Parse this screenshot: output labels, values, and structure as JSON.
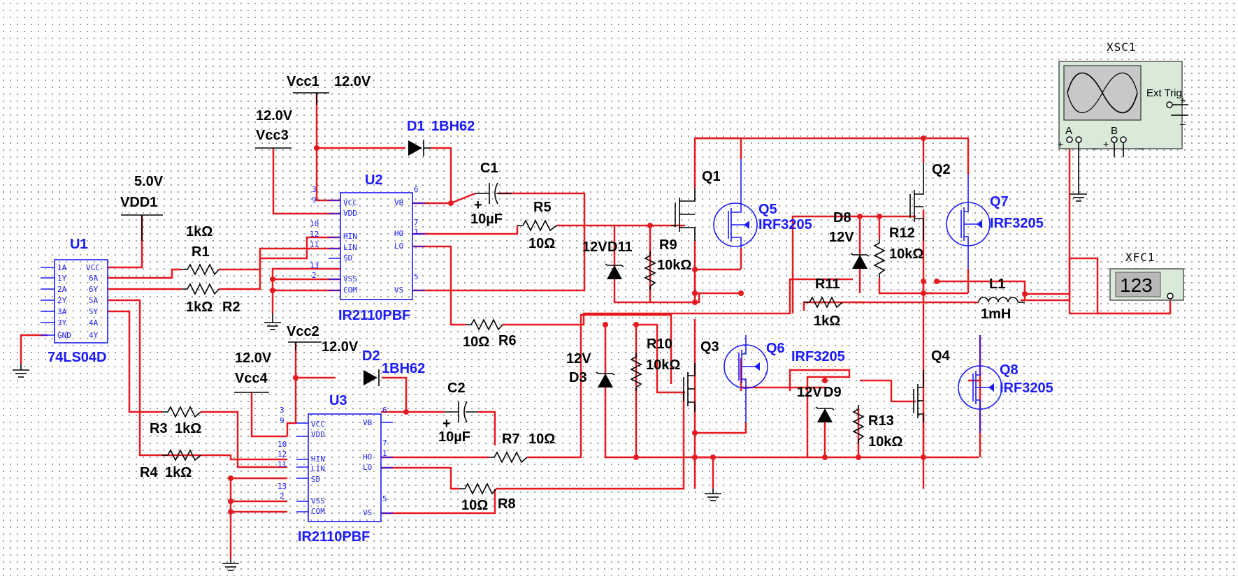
{
  "components": {
    "U1": {
      "ref": "U1",
      "part": "74LS04D",
      "pins_left": [
        "1A",
        "1Y",
        "2A",
        "2Y",
        "3A",
        "3Y",
        "GND"
      ],
      "pins_right": [
        "VCC",
        "6A",
        "6Y",
        "5A",
        "5Y",
        "4A",
        "4Y"
      ]
    },
    "U2": {
      "ref": "U2",
      "part": "IR2110PBF",
      "pins_left": [
        "VCC",
        "VDD",
        "HIN",
        "LIN",
        "SD",
        "VSS",
        "COM"
      ],
      "pins_right": [
        "VB",
        "HO",
        "LO",
        "VS"
      ],
      "pnums_left": [
        "3",
        "9",
        "10",
        "12",
        "11",
        "13",
        "2"
      ],
      "pnums_right": [
        "6",
        "7",
        "1",
        "5"
      ]
    },
    "U3": {
      "ref": "U3",
      "part": "IR2110PBF",
      "pins_left": [
        "VCC",
        "VDD",
        "HIN",
        "LIN",
        "SD",
        "VSS",
        "COM"
      ],
      "pins_right": [
        "VB",
        "HO",
        "LO",
        "VS"
      ],
      "pnums_left": [
        "3",
        "9",
        "10",
        "12",
        "11",
        "13",
        "2"
      ],
      "pnums_right": [
        "6",
        "7",
        "1",
        "5"
      ]
    },
    "Vcc1": {
      "ref": "Vcc1",
      "value": "12.0V"
    },
    "Vcc2": {
      "ref": "Vcc2",
      "value": "12.0V"
    },
    "Vcc3": {
      "ref": "Vcc3",
      "value": "12.0V"
    },
    "Vcc4": {
      "ref": "Vcc4",
      "value": "12.0V"
    },
    "VDD1": {
      "ref": "VDD1",
      "value": "5.0V"
    },
    "R1": {
      "ref": "R1",
      "value": "1kΩ"
    },
    "R2": {
      "ref": "R2",
      "value": "1kΩ"
    },
    "R3": {
      "ref": "R3",
      "value": "1kΩ"
    },
    "R4": {
      "ref": "R4",
      "value": "1kΩ"
    },
    "R5": {
      "ref": "R5",
      "value": "10Ω"
    },
    "R6": {
      "ref": "R6",
      "value": "10Ω"
    },
    "R7": {
      "ref": "R7",
      "value": "10Ω"
    },
    "R8": {
      "ref": "R8",
      "value": "10Ω"
    },
    "R9": {
      "ref": "R9",
      "value": "10kΩ"
    },
    "R10": {
      "ref": "R10",
      "value": "10kΩ"
    },
    "R11": {
      "ref": "R11",
      "value": "1kΩ"
    },
    "R12": {
      "ref": "R12",
      "value": "10kΩ"
    },
    "R13": {
      "ref": "R13",
      "value": "10kΩ"
    },
    "C1": {
      "ref": "C1",
      "value": "10µF",
      "polarity": "+"
    },
    "C2": {
      "ref": "C2",
      "value": "10µF",
      "polarity": "+"
    },
    "D1": {
      "ref": "D1",
      "value": "1BH62"
    },
    "D2": {
      "ref": "D2",
      "value": "1BH62"
    },
    "D3": {
      "ref": "D3",
      "value": "12V"
    },
    "D8": {
      "ref": "D8",
      "value": "12V"
    },
    "D9": {
      "ref": "D9",
      "value": "12V"
    },
    "D11": {
      "ref": "D11",
      "value": "12V"
    },
    "Q1": {
      "ref": "Q1"
    },
    "Q2": {
      "ref": "Q2"
    },
    "Q3": {
      "ref": "Q3"
    },
    "Q4": {
      "ref": "Q4"
    },
    "Q5": {
      "ref": "Q5",
      "value": "IRF3205"
    },
    "Q6": {
      "ref": "Q6",
      "value": "IRF3205"
    },
    "Q7": {
      "ref": "Q7",
      "value": "IRF3205"
    },
    "Q8": {
      "ref": "Q8",
      "value": "IRF3205"
    },
    "L1": {
      "ref": "L1",
      "value": "1mH"
    },
    "XSC1": {
      "ref": "XSC1",
      "ch_a": "A",
      "ch_b": "B",
      "ext_trig": "Ext Trig",
      "plus": "+",
      "minus": "_"
    },
    "XFC1": {
      "ref": "XFC1",
      "display": "123"
    }
  },
  "colors": {
    "wire": "#e6191e",
    "part_label": "#1a1aff",
    "component": "#000000",
    "instrument_bg": "#d9ead9"
  }
}
